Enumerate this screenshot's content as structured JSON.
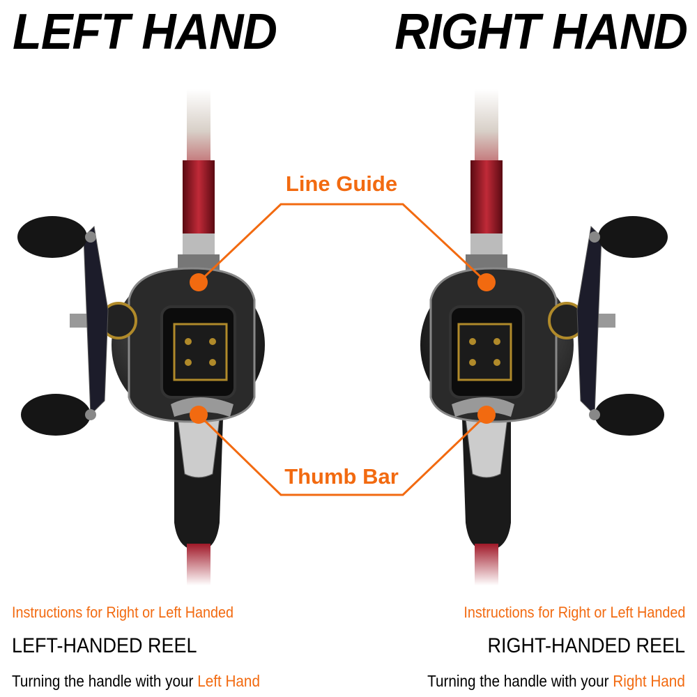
{
  "titles": {
    "left": "LEFT HAND",
    "right": "RIGHT HAND"
  },
  "callouts": {
    "line_guide": "Line Guide",
    "thumb_bar": "Thumb Bar"
  },
  "left": {
    "instructions": "Instructions for Right or Left Handed",
    "reel": "LEFT-HANDED REEL",
    "turning": "Turning the handle with your ",
    "hand": "Left Hand"
  },
  "right": {
    "instructions": "Instructions for Right or Left Handed",
    "reel": "RIGHT-HANDED REEL",
    "turning": "Turning the handle with your ",
    "hand": "Right Hand"
  },
  "colors": {
    "accent": "#f26a10",
    "rod_red": "#a01828"
  }
}
